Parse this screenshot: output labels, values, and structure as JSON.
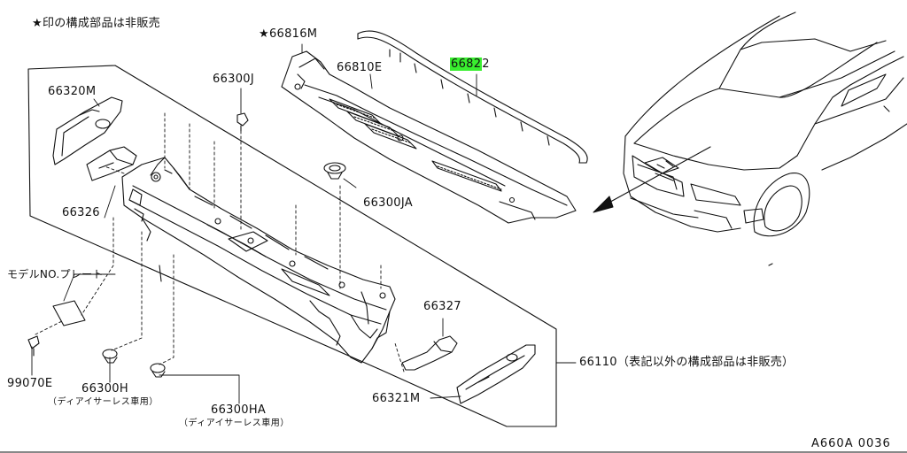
{
  "header_note": "★印の構成部品は非販売",
  "diagram_code": "A660A 0036",
  "arrow_color": "#111111",
  "highlight_color": "#39ef2f",
  "parts": [
    {
      "id": "p-66816m",
      "text": "★66816M"
    },
    {
      "id": "p-66810e",
      "text": "66810E"
    },
    {
      "id": "p-66822",
      "text_highlight": "6682",
      "text_rest": "2"
    },
    {
      "id": "p-66320m",
      "text": "66320M"
    },
    {
      "id": "p-66300j",
      "text": "66300J"
    },
    {
      "id": "p-66326",
      "text": "66326"
    },
    {
      "id": "p-66300ja",
      "text": "66300JA"
    },
    {
      "id": "p-66327",
      "text": "66327"
    },
    {
      "id": "p-66110",
      "text": "66110（表記以外の構成部品は非販売）"
    },
    {
      "id": "p-66321m",
      "text": "66321M"
    },
    {
      "id": "p-99070e",
      "text": "99070E"
    },
    {
      "id": "p-66300h",
      "text": "66300H"
    },
    {
      "id": "p-66300ha",
      "text": "66300HA"
    },
    {
      "id": "p-model-plate",
      "text": "モデルNO.プレート"
    }
  ],
  "sub_notes": [
    {
      "id": "n-66300h",
      "text": "（ディアイサーレス車用）"
    },
    {
      "id": "n-66300ha",
      "text": "（ディアイサーレス車用）"
    }
  ]
}
